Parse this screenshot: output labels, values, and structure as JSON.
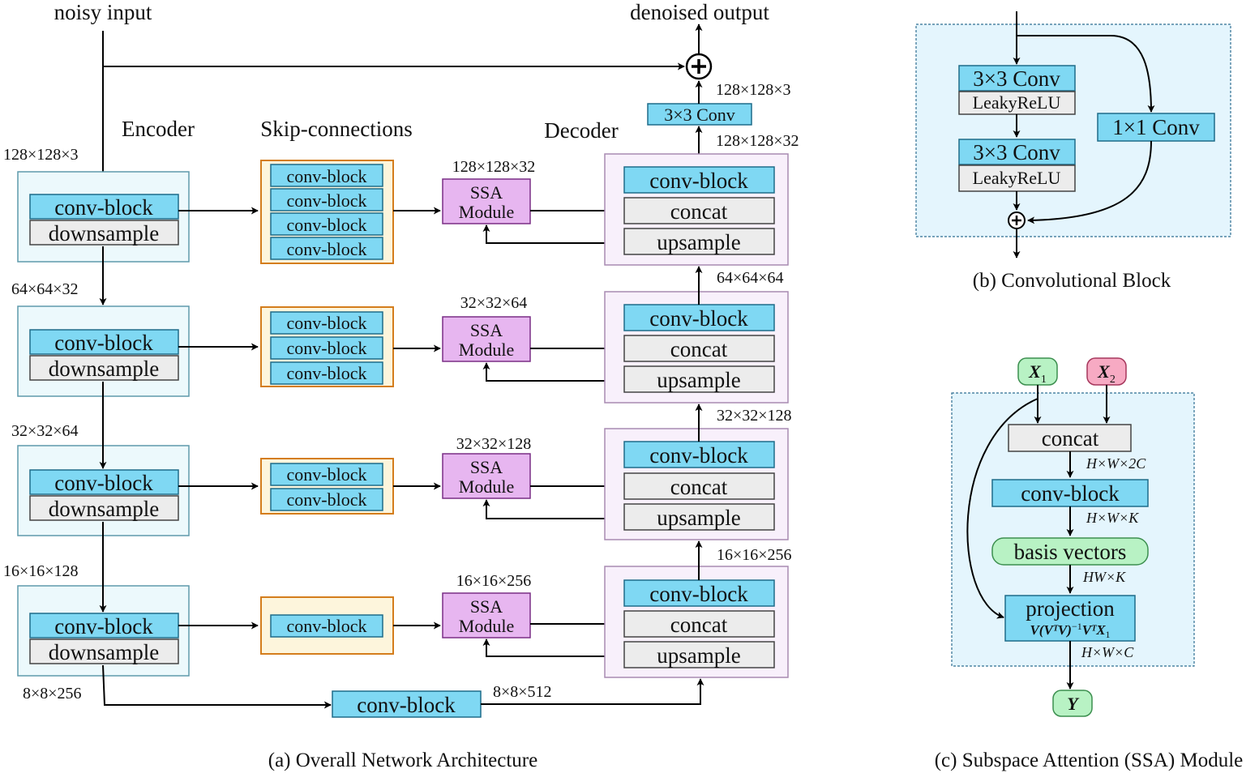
{
  "overall": {
    "noisy_input": "noisy input",
    "denoised_output": "denoised output",
    "encoder_title": "Encoder",
    "skip_title": "Skip-connections",
    "decoder_title": "Decoder",
    "caption": "(a) Overall Network Architecture",
    "conv_block": "conv-block",
    "downsample": "downsample",
    "concat": "concat",
    "upsample": "upsample",
    "ssa_line1": "SSA",
    "ssa_line2": "Module",
    "final_conv": "3×3 Conv",
    "enc_dims": [
      "128×128×3",
      "64×64×32",
      "32×32×64",
      "16×16×128",
      "8×8×256"
    ],
    "ssa_dims": [
      "128×128×32",
      "32×32×64",
      "32×32×128",
      "16×16×256"
    ],
    "dec_dims": [
      "128×128×3",
      "128×128×32",
      "64×64×64",
      "32×32×128",
      "16×16×256"
    ],
    "bottleneck_dim": "8×8×512"
  },
  "conv_block_panel": {
    "conv3": "3×3 Conv",
    "leaky": "LeakyReLU",
    "conv1": "1×1 Conv",
    "caption": "(b) Convolutional Block"
  },
  "ssa_panel": {
    "x1": "X",
    "x1_sub": "1",
    "x2": "X",
    "x2_sub": "2",
    "concat": "concat",
    "conv_block": "conv-block",
    "basis": "basis vectors",
    "projection": "projection",
    "formula_main": "V(VᵀV)",
    "formula_sup": "−1",
    "formula_tail": "VᵀX",
    "formula_sub": "1",
    "dim_hw2c": "H×W×2C",
    "dim_hwk": "H×W×K",
    "dim_hwxk": "HW×K",
    "dim_hwc": "H×W×C",
    "y": "Y",
    "caption": "(c) Subspace Attention (SSA) Module"
  }
}
